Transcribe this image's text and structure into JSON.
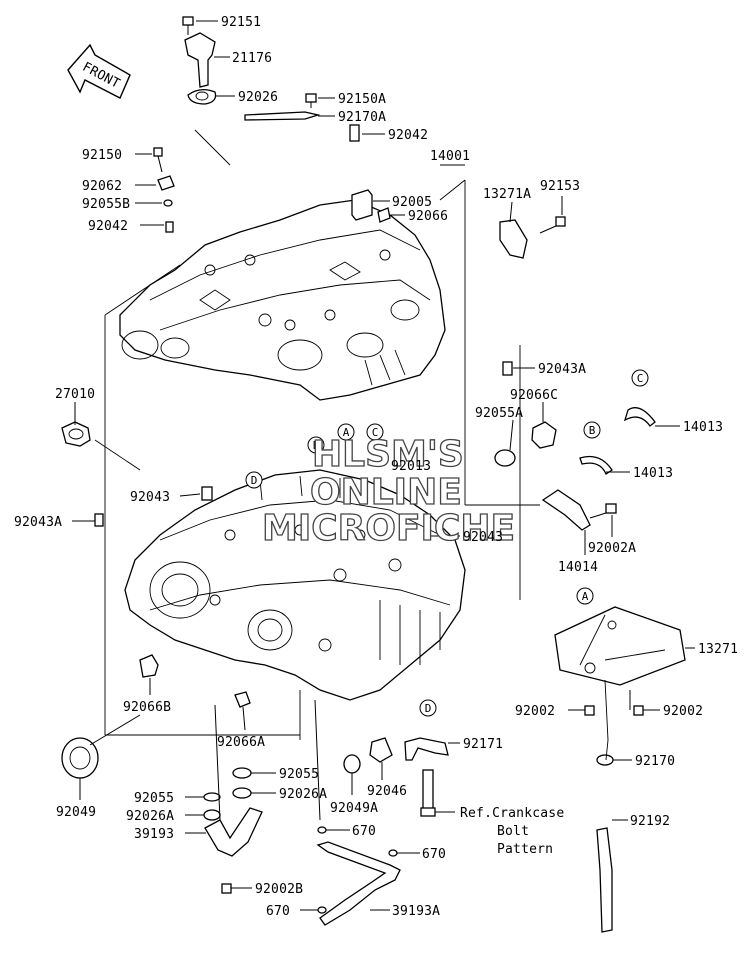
{
  "diagram": {
    "front_arrow": "FRONT",
    "watermark": [
      "HLSM'S",
      "ONLINE",
      "MICROFICHE"
    ],
    "labels": {
      "p92151": "92151",
      "p21176": "21176",
      "p92026": "92026",
      "p92150A": "92150A",
      "p92170A": "92170A",
      "p92042a": "92042",
      "p14001": "14001",
      "p92150": "92150",
      "p92062": "92062",
      "p92055B": "92055B",
      "p92042b": "92042",
      "p92005": "92005",
      "p92066": "92066",
      "p13271A": "13271A",
      "p92153": "92153",
      "p92043A": "92043A",
      "p27010": "27010",
      "p92066C": "92066C",
      "p92055A": "92055A",
      "p14013a": "14013",
      "p14013b": "14013",
      "p92013": "92013",
      "p92043a": "92043",
      "p92043Aleft": "92043A",
      "p92043b": "92043",
      "p92002A": "92002A",
      "p14014": "14014",
      "p13271": "13271",
      "p92066B": "92066B",
      "p92002a": "92002",
      "p92002b": "92002",
      "p92066A": "92066A",
      "p92171": "92171",
      "p92049": "92049",
      "p92055": "92055",
      "p92026A": "92026A",
      "p92046": "92046",
      "p92170": "92170",
      "p92055c": "92055",
      "p92026Ac": "92026A",
      "p92049A": "92049A",
      "p39193": "39193",
      "p670a": "670",
      "p670b": "670",
      "p670c": "670",
      "p92002B": "92002B",
      "p39193A": "39193A",
      "p92192": "92192",
      "ref_line1": "Ref.Crankcase",
      "ref_line2": "Bolt",
      "ref_line3": "Pattern"
    },
    "callouts": {
      "A": "A",
      "B": "B",
      "C": "C",
      "D": "D"
    }
  }
}
